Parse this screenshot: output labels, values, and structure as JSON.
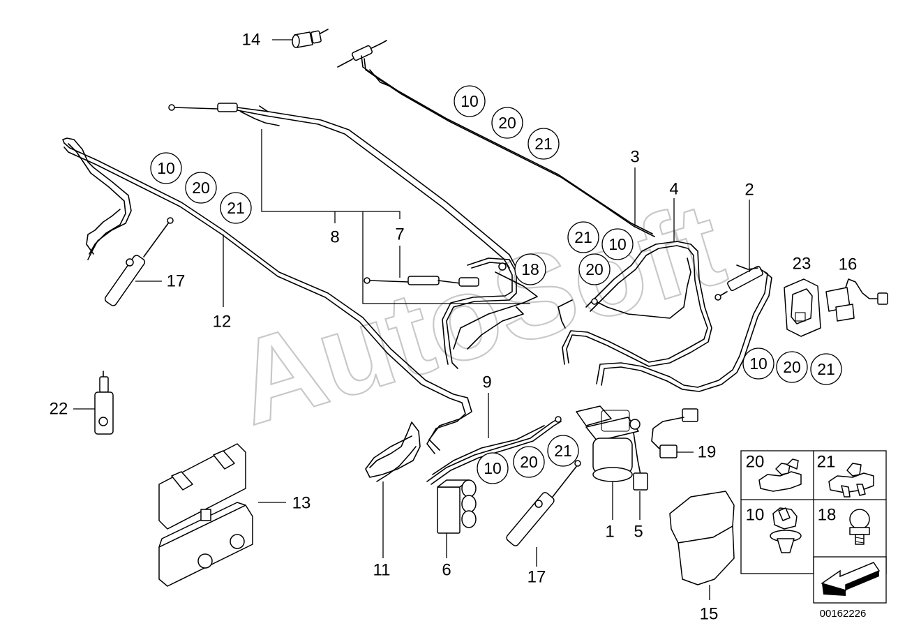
{
  "watermark": "AutoSoft",
  "reference_number": "00162226",
  "callouts": [
    {
      "label": "14"
    },
    {
      "label": "10"
    },
    {
      "label": "20"
    },
    {
      "label": "21"
    },
    {
      "label": "3"
    },
    {
      "label": "4"
    },
    {
      "label": "2"
    },
    {
      "label": "8"
    },
    {
      "label": "7"
    },
    {
      "label": "12"
    },
    {
      "label": "17"
    },
    {
      "label": "18"
    },
    {
      "label": "23"
    },
    {
      "label": "16"
    },
    {
      "label": "22"
    },
    {
      "label": "9"
    },
    {
      "label": "19"
    },
    {
      "label": "13"
    },
    {
      "label": "11"
    },
    {
      "label": "6"
    },
    {
      "label": "1"
    },
    {
      "label": "5"
    },
    {
      "label": "15"
    }
  ],
  "legend_cells": [
    {
      "label": "20"
    },
    {
      "label": "21"
    },
    {
      "label": "10"
    },
    {
      "label": "18"
    }
  ]
}
